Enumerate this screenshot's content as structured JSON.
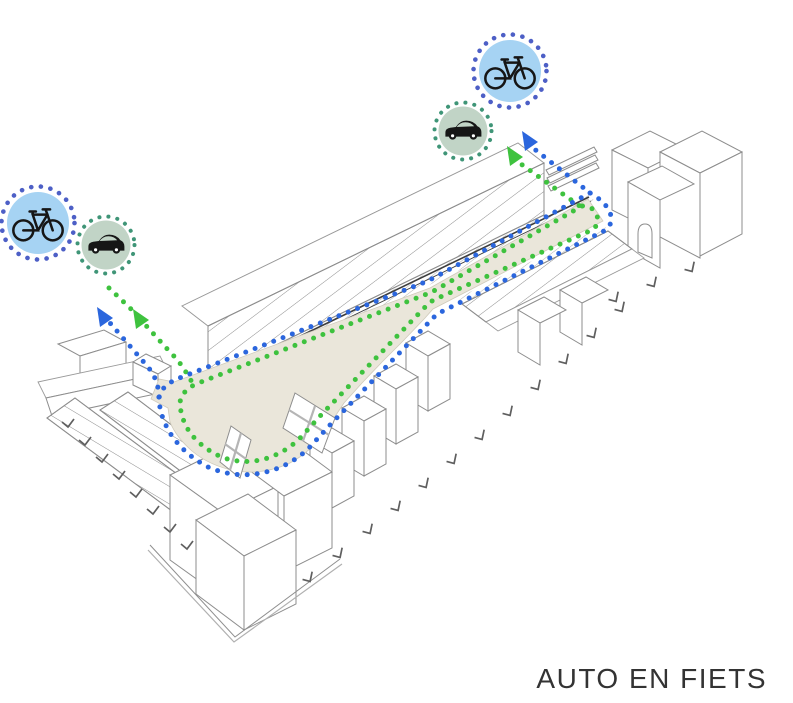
{
  "caption": {
    "text": "AUTO EN FIETS"
  },
  "badges": [
    {
      "id": "bike-right",
      "icon": "bicycle-icon",
      "fill": "#a6d3f3",
      "ring": "#4d5fc6",
      "glyph_color": "#161616"
    },
    {
      "id": "car-right",
      "icon": "car-icon",
      "fill": "#c1d4c6",
      "ring": "#3f9577",
      "glyph_color": "#161616"
    },
    {
      "id": "bike-left",
      "icon": "bicycle-icon",
      "fill": "#a6d3f3",
      "ring": "#4d5fc6",
      "glyph_color": "#161616"
    },
    {
      "id": "car-left",
      "icon": "car-icon",
      "fill": "#c1d4c6",
      "ring": "#3f9577",
      "glyph_color": "#161616"
    }
  ],
  "routes": {
    "fiets": {
      "mode": "fiets",
      "icon": "bicycle-icon",
      "color": "#2b66dd",
      "line_style": "dotted"
    },
    "auto": {
      "mode": "auto",
      "icon": "car-icon",
      "color": "#3ec23e",
      "line_style": "dotted"
    }
  },
  "deck": {
    "color": "#eae6da"
  },
  "drawing": {
    "line_color": "#8d8d8d",
    "accent_line_color": "#3d3d3d"
  }
}
